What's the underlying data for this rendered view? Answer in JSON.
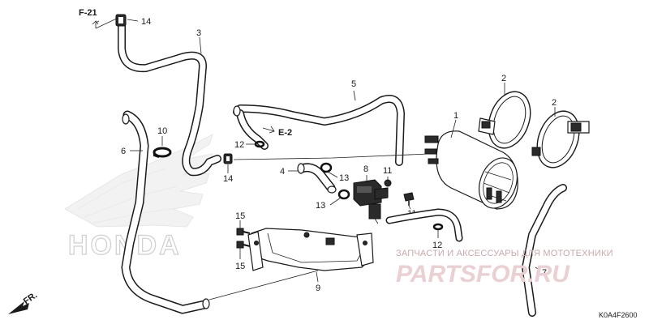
{
  "callouts": {
    "c1": "1",
    "c2a": "2",
    "c2b": "2",
    "c3": "3",
    "c4": "4",
    "c5": "5",
    "c6": "6",
    "c7": "7",
    "c8": "8",
    "c9": "9",
    "c10": "10",
    "c11a": "11",
    "c11b": "11",
    "c12a": "12",
    "c12b": "12",
    "c13a": "13",
    "c13b": "13",
    "c14a": "14",
    "c14b": "14",
    "c15a": "15",
    "c15b": "15"
  },
  "refs": {
    "f21": "F-21",
    "e2": "E-2",
    "front": "FR."
  },
  "background_logo": {
    "brand_word": "HONDA"
  },
  "watermark": {
    "line1": "ЗАПЧАСТИ И АКСЕССУАРЫ ДЛЯ МОТОТЕХНИКИ",
    "site": "PARTSFOR.RU"
  },
  "diagram_code": "K0A4F2600",
  "colors": {
    "line": "#1a1a1a",
    "watermark": "#c9a9ad",
    "background": "#ffffff"
  }
}
